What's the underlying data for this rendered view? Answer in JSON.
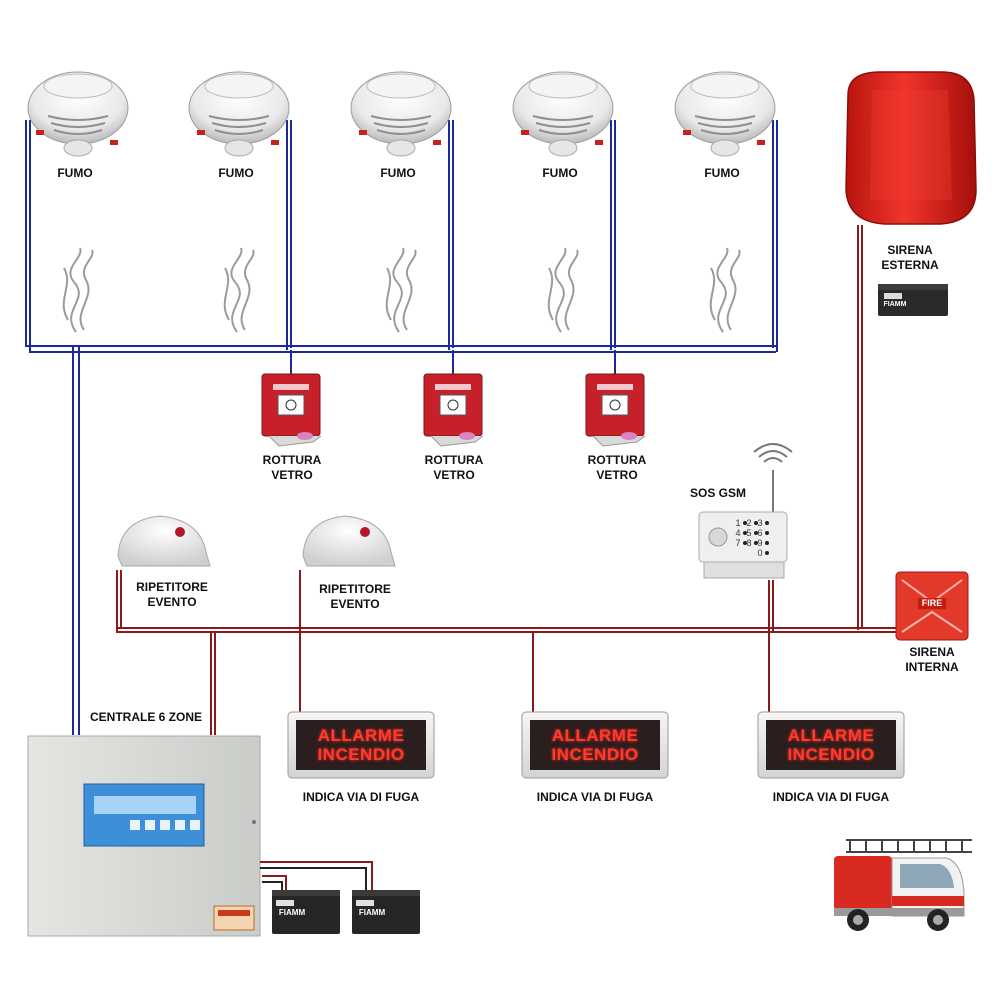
{
  "smoke_detectors": [
    {
      "label": "FUMO"
    },
    {
      "label": "FUMO"
    },
    {
      "label": "FUMO"
    },
    {
      "label": "FUMO"
    },
    {
      "label": "FUMO"
    }
  ],
  "siren_external": {
    "line1": "SIRENA",
    "line2": "ESTERNA"
  },
  "manual_call_points": [
    {
      "line1": "ROTTURA",
      "line2": "VETRO"
    },
    {
      "line1": "ROTTURA",
      "line2": "VETRO"
    },
    {
      "line1": "ROTTURA",
      "line2": "VETRO"
    }
  ],
  "gsm": {
    "label": "SOS GSM",
    "keys": [
      "1",
      "2",
      "3",
      "4",
      "5",
      "6",
      "7",
      "8",
      "9",
      "0"
    ]
  },
  "repeaters": [
    {
      "line1": "RIPETITORE",
      "line2": "EVENTO"
    },
    {
      "line1": "RIPETITORE",
      "line2": "EVENTO"
    }
  ],
  "siren_internal": {
    "line1": "SIRENA",
    "line2": "INTERNA",
    "badge": "FIRE"
  },
  "control_panel": {
    "label": "CENTRALE 6 ZONE"
  },
  "exit_signs": [
    {
      "line1": "ALLARME",
      "line2": "INCENDIO",
      "caption": "INDICA VIA DI FUGA"
    },
    {
      "line1": "ALLARME",
      "line2": "INCENDIO",
      "caption": "INDICA VIA DI FUGA"
    },
    {
      "line1": "ALLARME",
      "line2": "INCENDIO",
      "caption": "INDICA VIA DI FUGA"
    }
  ],
  "battery_brand": "FIAMM",
  "colors": {
    "blue_wire": "#1a2a9a",
    "red_wire": "#8a1a1a",
    "sign_text": "#ff3b30",
    "siren": "#e3231f"
  }
}
